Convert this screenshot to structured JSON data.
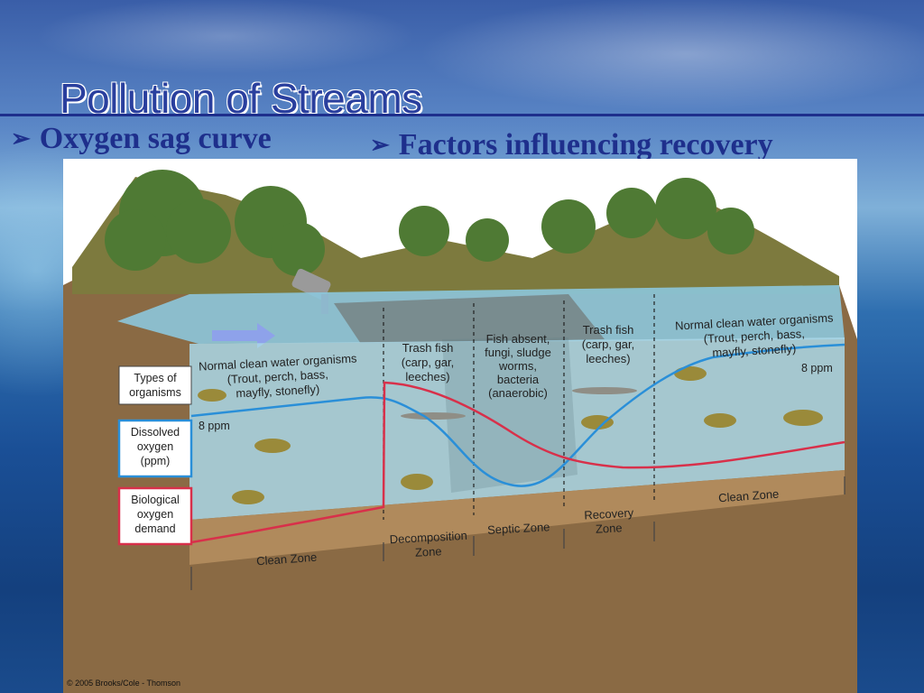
{
  "slide": {
    "title": "Pollution of Streams",
    "bullets": [
      "Oxygen sag curve",
      "Factors influencing recovery"
    ]
  },
  "figure": {
    "row_labels": {
      "types": [
        "Types of",
        "organisms"
      ],
      "dissolved": [
        "Dissolved",
        "oxygen",
        "(ppm)"
      ],
      "bod": [
        "Biological",
        "oxygen",
        "demand"
      ]
    },
    "organisms": {
      "clean_left": [
        "Normal clean water organisms",
        "(Trout, perch, bass,",
        "mayfly, stonefly)"
      ],
      "trash_left": [
        "Trash fish",
        "(carp, gar,",
        "leeches)"
      ],
      "septic": [
        "Fish absent,",
        "fungi, sludge",
        "worms,",
        "bacteria",
        "(anaerobic)"
      ],
      "trash_right": [
        "Trash fish",
        "(carp, gar,",
        "leeches)"
      ],
      "clean_right": [
        "Normal clean water organisms",
        "(Trout, perch, bass,",
        "mayfly, stonefly)"
      ]
    },
    "ppm_left": "8 ppm",
    "ppm_right": "8 ppm",
    "zones": {
      "clean_left": "Clean Zone",
      "decomposition": [
        "Decomposition",
        "Zone"
      ],
      "septic": "Septic Zone",
      "recovery": [
        "Recovery",
        "Zone"
      ],
      "clean_right": "Clean Zone"
    },
    "credit": "© 2005 Brooks/Cole - Thomson",
    "colors": {
      "dissolved_oxygen_curve": "#2a8fd8",
      "bod_curve": "#d8304a",
      "water": "#a9d7e8",
      "soil": "#b08a5c"
    }
  }
}
